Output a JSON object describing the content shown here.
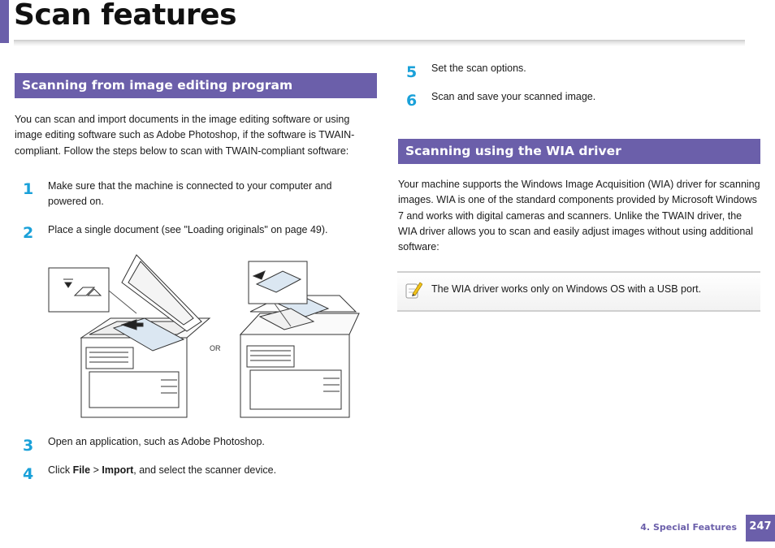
{
  "page_title": "Scan features",
  "left_column": {
    "section_title": "Scanning from image editing program",
    "intro": "You can scan and import documents in the image editing software or using image editing software such as Adobe Photoshop, if the software is TWAIN-compliant. Follow the steps below to scan with TWAIN-compliant software:",
    "steps": [
      {
        "num": "1",
        "text": "Make sure that the machine is connected to your computer and powered on."
      },
      {
        "num": "2",
        "text": "Place a single document (see \"Loading originals\" on page 49)."
      },
      {
        "num": "3",
        "text": "Open an application, such as Adobe Photoshop."
      },
      {
        "num": "4",
        "pre": "Click ",
        "b1": "File",
        "mid": " > ",
        "b2": "Import",
        "post": ", and select the scanner device."
      }
    ],
    "illustration_or": "OR"
  },
  "right_column": {
    "steps": [
      {
        "num": "5",
        "text": "Set the scan options."
      },
      {
        "num": "6",
        "text": "Scan and save your scanned image."
      }
    ],
    "section_title": "Scanning using the WIA driver",
    "body": "Your machine supports the Windows Image Acquisition (WIA) driver for scanning images. WIA is one of the standard components provided by Microsoft Windows 7 and works with digital cameras and scanners. Unlike the TWAIN driver, the WIA driver allows you to scan and easily adjust images without using additional software:",
    "note": "The WIA driver works only on Windows OS with a USB port."
  },
  "footer": {
    "chapter": "4.  Special Features",
    "page": "247"
  },
  "colors": {
    "accent": "#6b5faa",
    "step_number": "#1aa1d9"
  },
  "icons": {
    "note": "pencil-note-icon"
  }
}
